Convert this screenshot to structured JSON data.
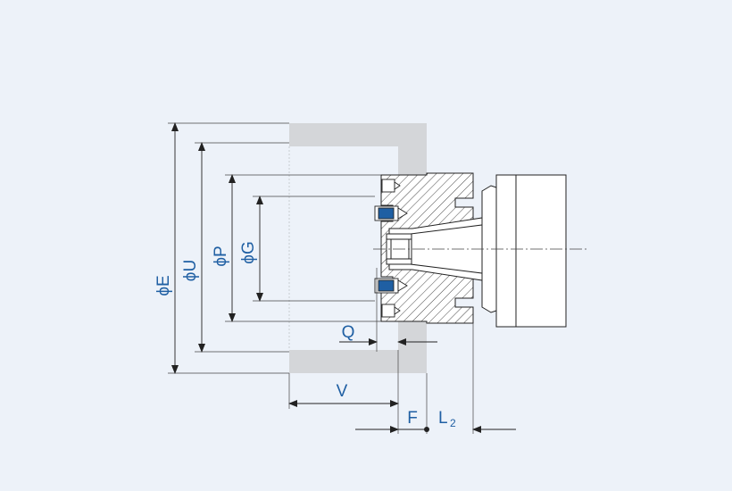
{
  "colors": {
    "background": "#edf2f9",
    "label": "#1f5fa3",
    "line": "#222222",
    "housing": "#d4d6d9",
    "screw": "#1f5fa3"
  },
  "labels": {
    "diam_E": "ϕE",
    "diam_U": "ϕU",
    "diam_P": "ϕP",
    "diam_G": "ϕG",
    "Q": "Q",
    "V": "V",
    "F": "F",
    "L_main": "L",
    "L_sub": "2"
  }
}
